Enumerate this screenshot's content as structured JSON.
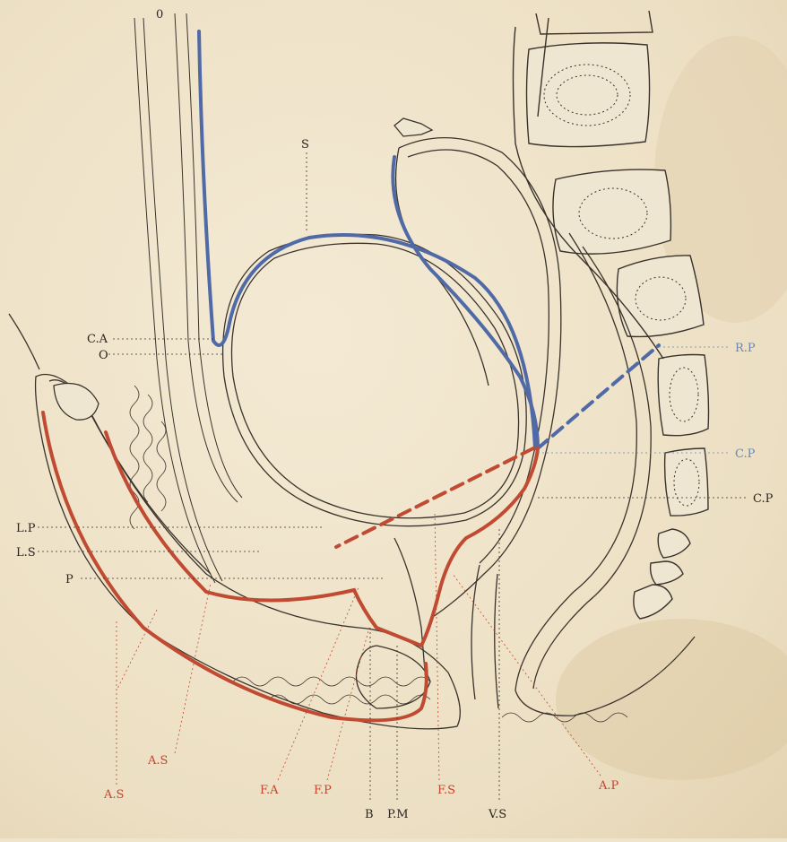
{
  "colors": {
    "paper": "#efe4cc",
    "ink": "#3a332b",
    "red_line": "#c14a33",
    "blue_line": "#4f6aa6"
  },
  "labels": {
    "S": "S",
    "CA": "C.A",
    "O": "O",
    "LP": "L.P",
    "LS": "L.S",
    "P": "P",
    "RP": "R.P",
    "CP_blue": "C.P",
    "CP_dark": "C.P",
    "AS_1": "A.S",
    "AS_2": "A.S",
    "FA": "F.A",
    "FP": "F.P",
    "B": "B",
    "PM": "P.M",
    "FS": "F.S",
    "VS": "V.S",
    "AP": "A.P",
    "top_mark": "0"
  }
}
